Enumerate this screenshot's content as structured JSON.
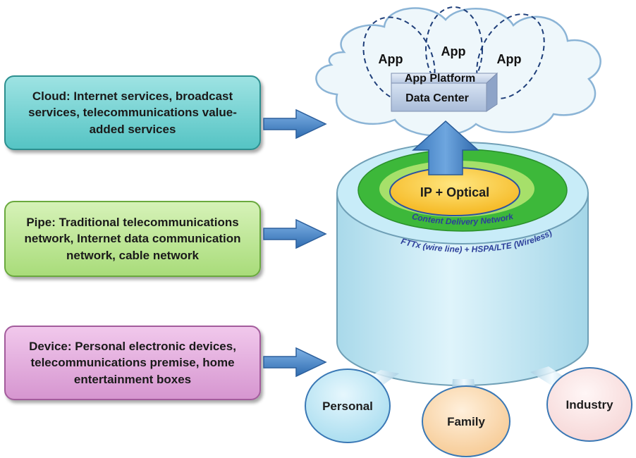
{
  "layers": {
    "cloud": "Cloud: Internet services, broadcast services, telecommunications value-added services",
    "pipe": "Pipe: Traditional telecommunications network, Internet data communication network, cable network",
    "device": "Device: Personal electronic devices, telecommunications premise, home entertainment boxes"
  },
  "cloud": {
    "apps": [
      "App",
      "App",
      "App"
    ],
    "platform": "App Platform",
    "data_center": "Data Center"
  },
  "pipe_rings": {
    "core": "IP + Optical",
    "middle": "Content Delivery Network",
    "outer": "FTTx (wire line) + HSPA/LTE (Wireless)"
  },
  "devices": [
    "Personal",
    "Family",
    "Industry"
  ],
  "colors": {
    "arrow": "#3f7fc4",
    "cloud_box": "#55c4c4",
    "pipe_box": "#a9dc7a",
    "device_box": "#d696d0",
    "cylinder": "#c7ebf7",
    "ring_green": "#3db83a",
    "core_yellow": "#f8c829"
  }
}
